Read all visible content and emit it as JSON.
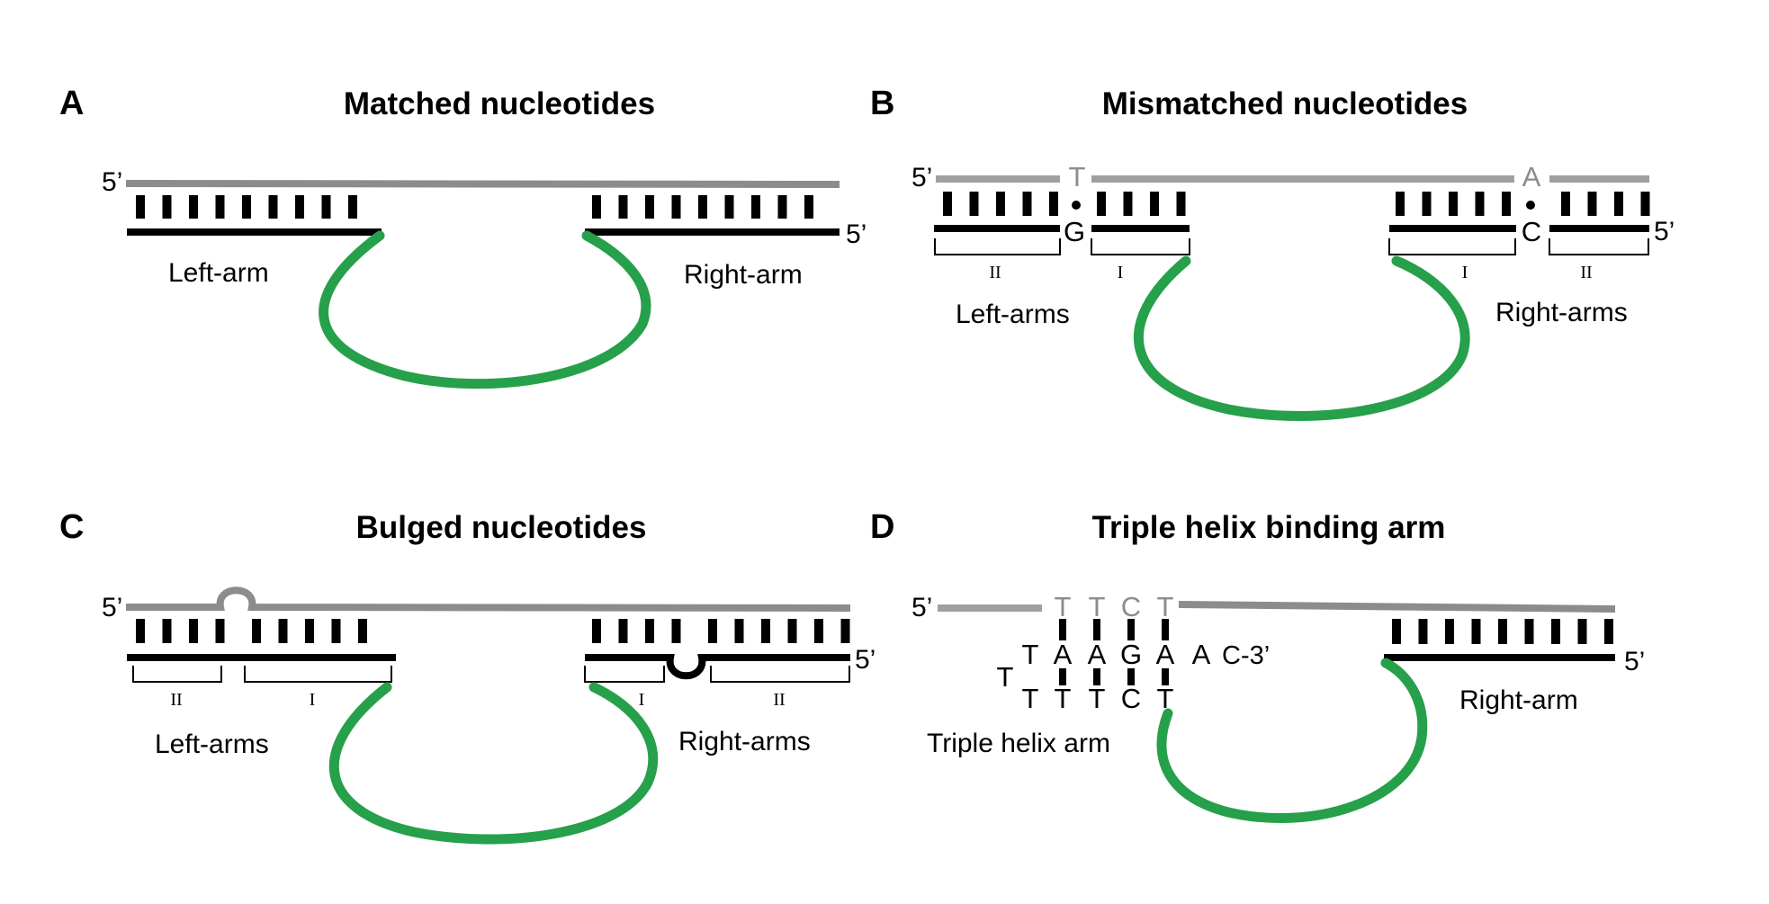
{
  "colors": {
    "target": "#8c8c8c",
    "target_light": "#a0a0a0",
    "probe": "#000000",
    "loop": "#26a04a"
  },
  "panels": [
    {
      "letter": "A",
      "title": "Matched nucleotides",
      "prime_left": "5’",
      "prime_right": "5’",
      "arm_left": "Left-arm",
      "arm_right": "Right-arm"
    },
    {
      "letter": "B",
      "title": "Mismatched nucleotides",
      "prime_left": "5’",
      "prime_right": "5’",
      "target_base_left": "T",
      "probe_base_left": "G",
      "target_base_right": "A",
      "probe_base_right": "C",
      "seg_left_outer": "II",
      "seg_left_inner": "I",
      "seg_right_inner": "I",
      "seg_right_outer": "II",
      "arm_left": "Left-arms",
      "arm_right": "Right-arms"
    },
    {
      "letter": "C",
      "title": "Bulged nucleotides",
      "prime_left": "5’",
      "prime_right": "5’",
      "seg_left_outer": "II",
      "seg_left_inner": "I",
      "seg_right_inner": "I",
      "seg_right_outer": "II",
      "arm_left": "Left-arms",
      "arm_right": "Right-arms"
    },
    {
      "letter": "D",
      "title": "Triple helix binding arm",
      "prime_left": "5’",
      "prime_right": "5’",
      "target_bases": [
        "T",
        "T",
        "C",
        "T"
      ],
      "middle_bases": [
        "A",
        "A",
        "G",
        "A"
      ],
      "tail_bases": [
        "A",
        "C-3’"
      ],
      "bottom_bases": [
        "T",
        "T",
        "T",
        "C",
        "T"
      ],
      "hairpin_top": "T",
      "hairpin_mid": "T",
      "arm_left": "Triple helix arm",
      "arm_right": "Right-arm"
    }
  ]
}
